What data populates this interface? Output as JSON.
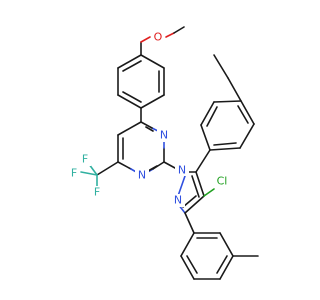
{
  "atoms": {
    "methoxy_o": {
      "label": "O",
      "color": "#e02020"
    },
    "pyrimidine_n1": {
      "label": "N",
      "color": "#3050e0"
    },
    "pyrimidine_n3": {
      "label": "N",
      "color": "#3050e0"
    },
    "pyrazole_n1": {
      "label": "N",
      "color": "#3050e0"
    },
    "pyrazole_n2": {
      "label": "N",
      "color": "#3050e0"
    },
    "chlorine": {
      "label": "Cl",
      "color": "#20a020"
    },
    "fluorine_1": {
      "label": "F",
      "color": "#30b0a0"
    },
    "fluorine_2": {
      "label": "F",
      "color": "#30b0a0"
    },
    "fluorine_3": {
      "label": "F",
      "color": "#30b0a0"
    }
  }
}
